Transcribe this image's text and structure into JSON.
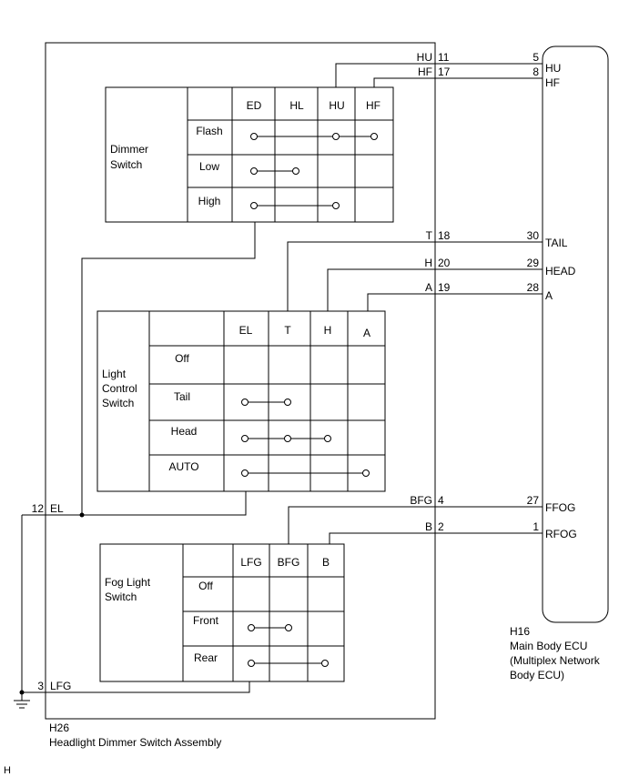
{
  "assembly": {
    "code": "H26",
    "name": "Headlight Dimmer Switch Assembly"
  },
  "ecu": {
    "code": "H16",
    "name_lines": [
      "Main Body ECU",
      "(Multiplex Network",
      "Body ECU)"
    ]
  },
  "dimmer": {
    "title_lines": [
      "Dimmer",
      "Switch"
    ],
    "columns": [
      "ED",
      "HL",
      "HU",
      "HF"
    ],
    "rows": [
      "Flash",
      "Low",
      "High"
    ]
  },
  "light_control": {
    "title_lines": [
      "Light",
      "Control",
      "Switch"
    ],
    "columns": [
      "EL",
      "T",
      "H",
      "A"
    ],
    "rows": [
      "Off",
      "Tail",
      "Head",
      "AUTO"
    ]
  },
  "fog": {
    "title_lines": [
      "Fog Light",
      "Switch"
    ],
    "columns": [
      "LFG",
      "BFG",
      "B"
    ],
    "rows": [
      "Off",
      "Front",
      "Rear"
    ]
  },
  "wires": {
    "hu": {
      "label": "HU",
      "pin": "11",
      "ecu_pin": "5",
      "ecu_label": "HU"
    },
    "hf": {
      "label": "HF",
      "pin": "17",
      "ecu_pin": "8",
      "ecu_label": "HF"
    },
    "t": {
      "label": "T",
      "pin": "18",
      "ecu_pin": "30",
      "ecu_label": "TAIL"
    },
    "h": {
      "label": "H",
      "pin": "20",
      "ecu_pin": "29",
      "ecu_label": "HEAD"
    },
    "a": {
      "label": "A",
      "pin": "19",
      "ecu_pin": "28",
      "ecu_label": "A"
    },
    "bfg": {
      "label": "BFG",
      "pin": "4",
      "ecu_pin": "27",
      "ecu_label": "FFOG"
    },
    "b": {
      "label": "B",
      "pin": "2",
      "ecu_pin": "1",
      "ecu_label": "RFOG"
    },
    "el": {
      "label": "EL",
      "pin": "12"
    },
    "lfg": {
      "label": "LFG",
      "pin": "3"
    }
  },
  "corner_label": "H"
}
